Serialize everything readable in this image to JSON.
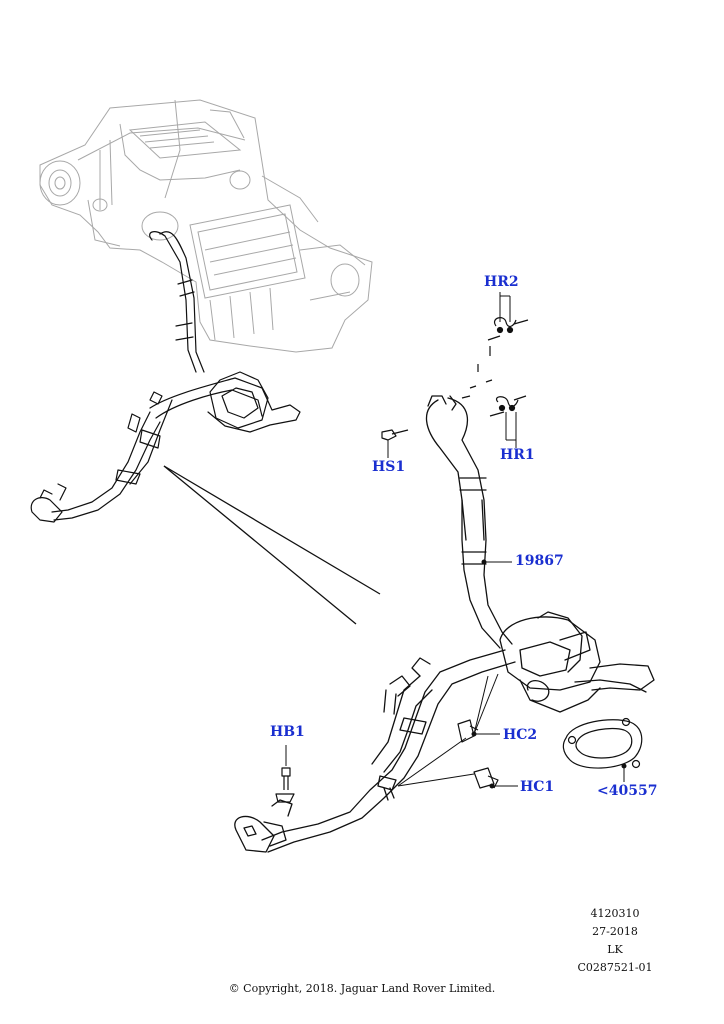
{
  "callouts": {
    "hr2": "HR2",
    "hr1": "HR1",
    "hs1": "HS1",
    "p19867": "19867",
    "hb1": "HB1",
    "hc2": "HC2",
    "hc1": "HC1",
    "p40557": "<40557"
  },
  "meta": {
    "ref": "4120310",
    "date": "27-2018",
    "code": "LK",
    "illustration": "C0287521-01"
  },
  "copyright": "© Copyright, 2018. Jaguar Land Rover Limited.",
  "colors": {
    "callout": "#1a2fd0",
    "line": "#111111",
    "ghost": "#aaaaaa"
  }
}
